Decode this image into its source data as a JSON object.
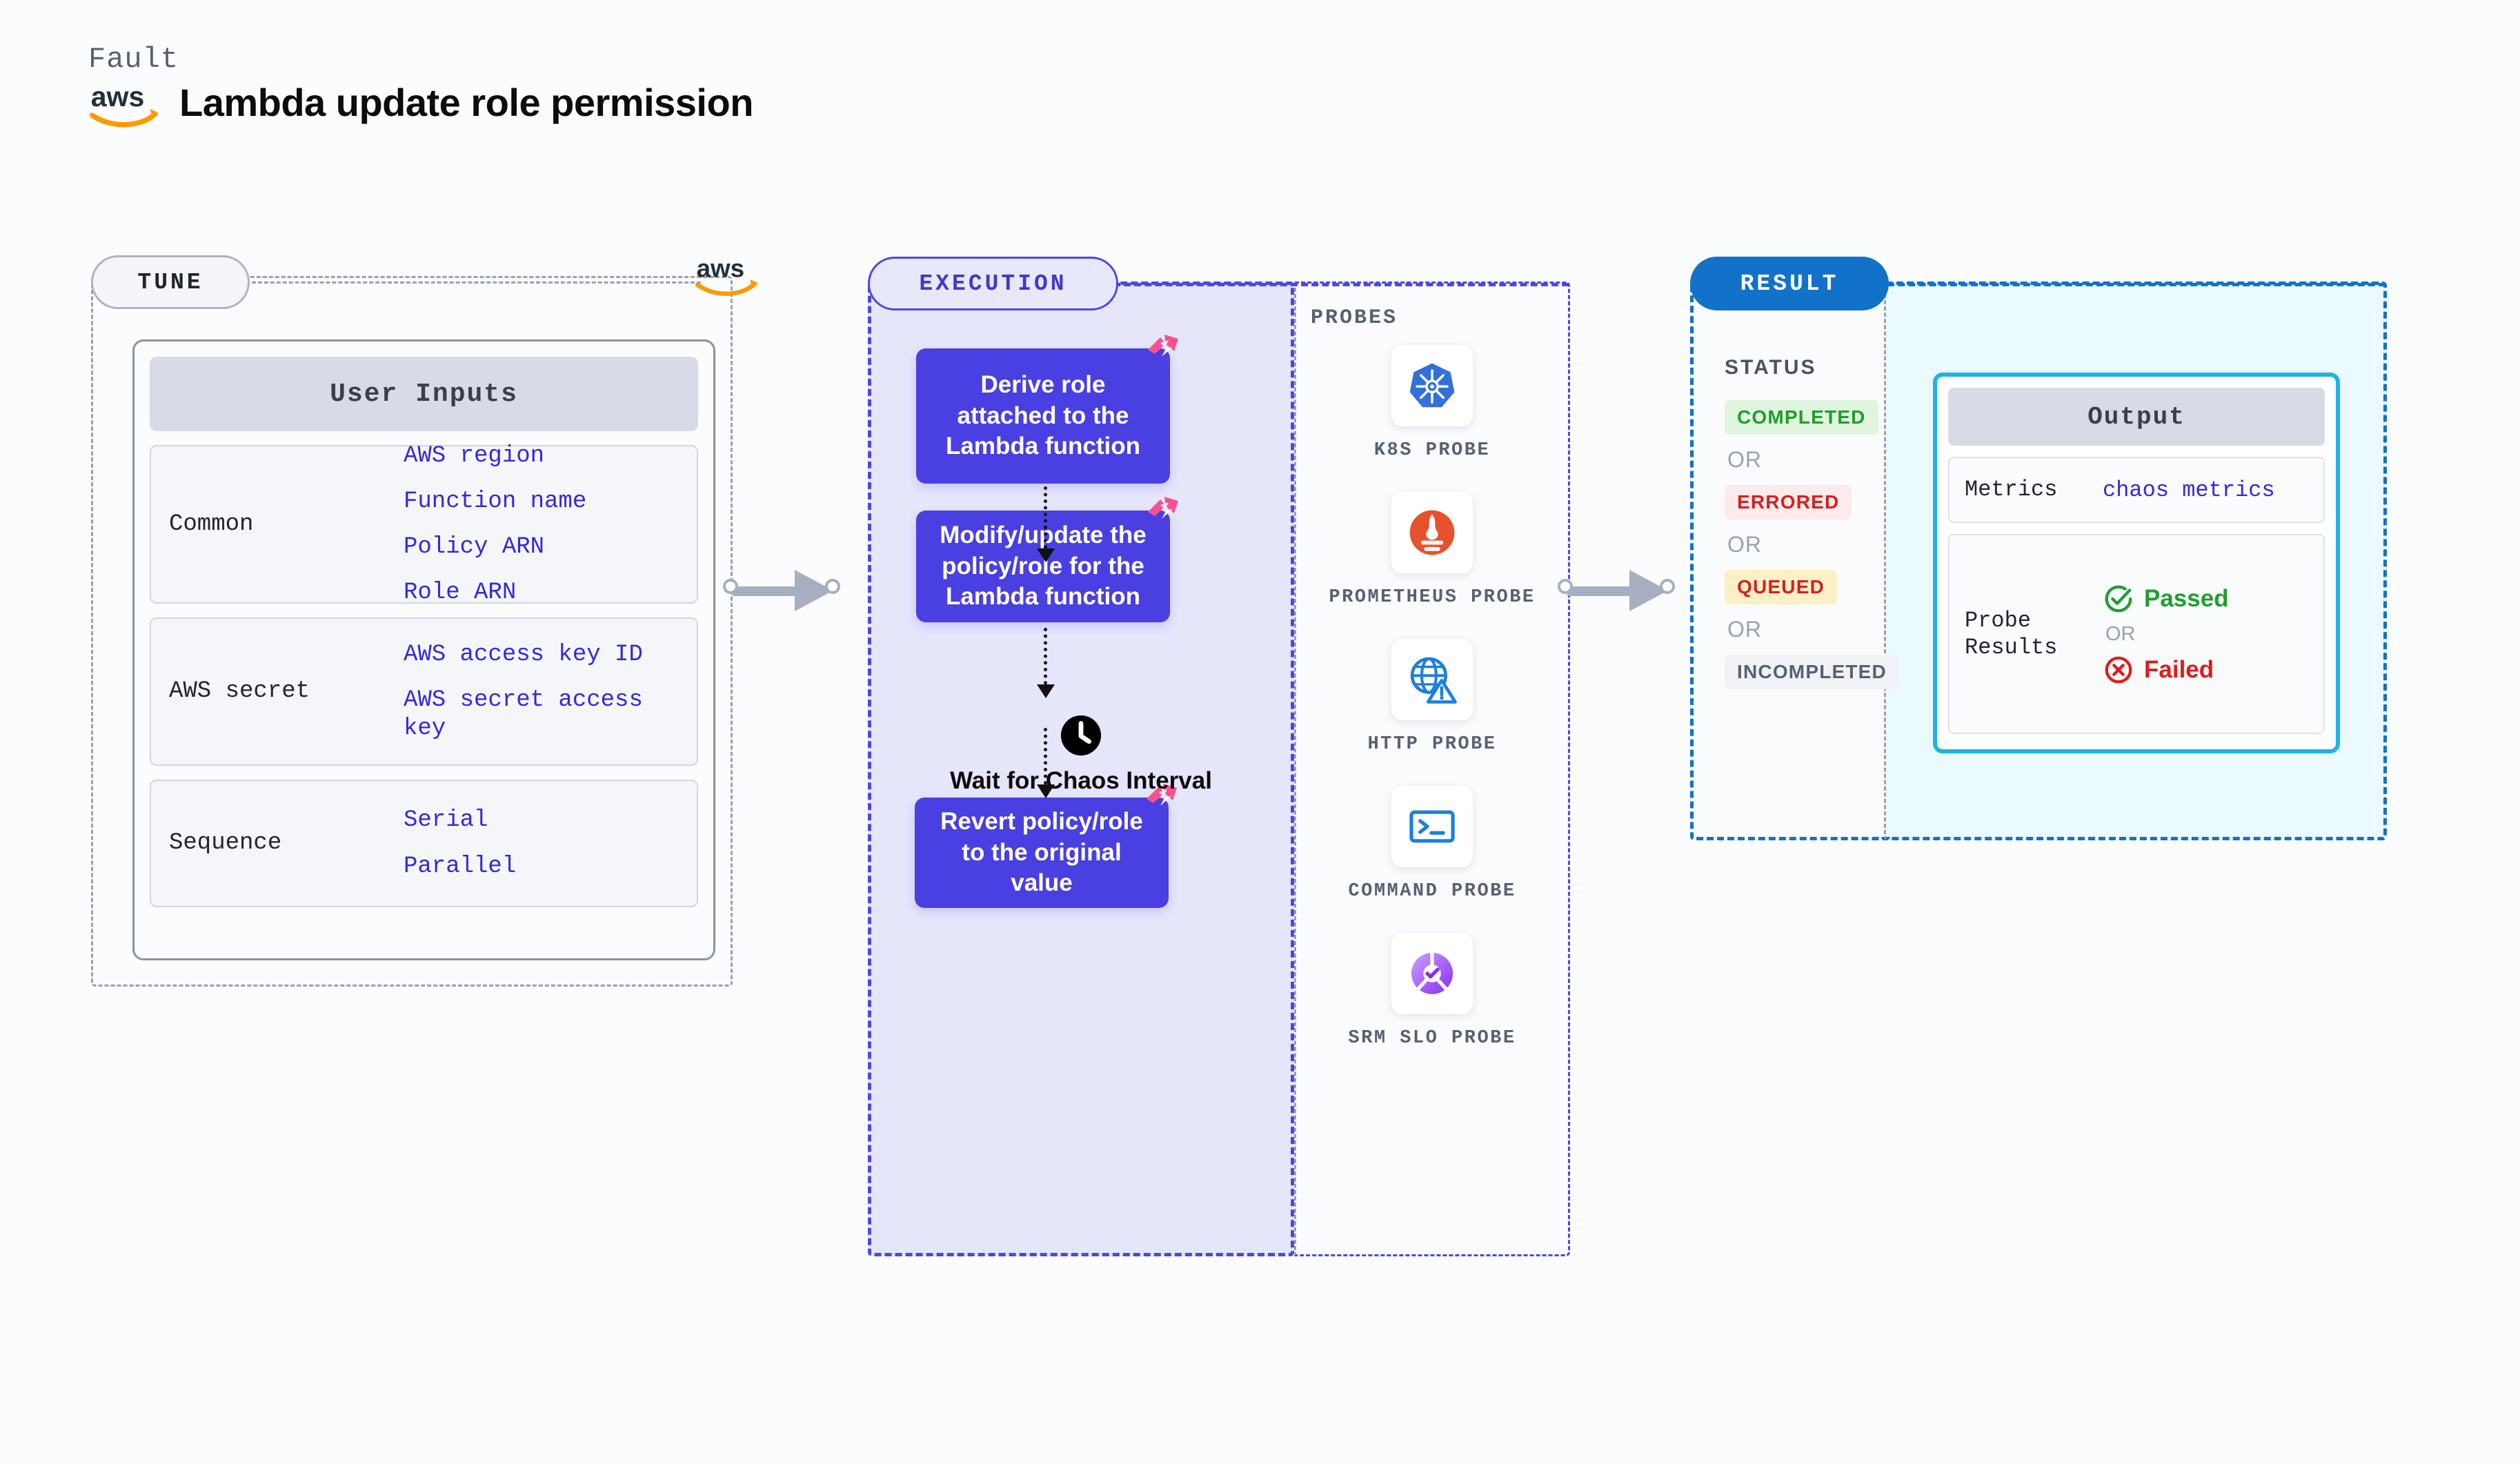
{
  "header": {
    "kind_label": "Fault",
    "title": "Lambda update role permission",
    "logo_icon": "aws-logo"
  },
  "tune": {
    "tag": "TUNE",
    "logo_icon": "aws-logo",
    "card": {
      "title": "User Inputs",
      "rows": [
        {
          "label": "Common",
          "values": [
            "AWS region",
            "Function name",
            "Policy ARN",
            "Role ARN"
          ]
        },
        {
          "label": "AWS secret",
          "values": [
            "AWS access key ID",
            "AWS secret access key"
          ]
        },
        {
          "label": "Sequence",
          "values": [
            "Serial",
            "Parallel"
          ]
        }
      ]
    }
  },
  "execution": {
    "tag": "EXECUTION",
    "steps": [
      {
        "text": "Derive role attached to the Lambda function",
        "badge_icon": "chaos-badge-icon"
      },
      {
        "text": "Modify/update the policy/role for the Lambda function",
        "badge_icon": "chaos-badge-icon"
      },
      {
        "text": "Revert policy/role to the original value",
        "badge_icon": "chaos-badge-icon"
      }
    ],
    "wait_node": {
      "icon": "clock-icon",
      "label": "Wait for Chaos Interval"
    }
  },
  "probes": {
    "header": "PROBES",
    "items": [
      {
        "name": "K8S PROBE",
        "icon": "kubernetes-icon"
      },
      {
        "name": "PROMETHEUS PROBE",
        "icon": "prometheus-icon"
      },
      {
        "name": "HTTP PROBE",
        "icon": "http-globe-warning-icon"
      },
      {
        "name": "COMMAND PROBE",
        "icon": "terminal-icon"
      },
      {
        "name": "SRM SLO PROBE",
        "icon": "srm-slo-donut-icon"
      }
    ]
  },
  "result": {
    "tag": "RESULT",
    "status": {
      "header": "STATUS",
      "or_label": "OR",
      "badges": [
        {
          "label": "COMPLETED",
          "color": "#1f9e2e",
          "bg": "#dff5dd"
        },
        {
          "label": "ERRORED",
          "color": "#d42020",
          "bg": "#fdeaea"
        },
        {
          "label": "QUEUED",
          "color": "#d42020",
          "bg": "#fdf0c7"
        },
        {
          "label": "INCOMPLETED",
          "color": "#5a6072",
          "bg": "#f1f2f6"
        }
      ]
    },
    "output": {
      "title": "Output",
      "metrics_label": "Metrics",
      "metrics_value": "chaos metrics",
      "probe_results_label": "Probe Results",
      "or_label": "OR",
      "passed_label": "Passed",
      "failed_label": "Failed",
      "passed_icon": "check-circle-icon",
      "failed_icon": "x-circle-icon"
    }
  },
  "colors": {
    "brand_purple": "#4a3fe0",
    "brand_blue": "#1272c9",
    "chaos_pink": "#f8528e",
    "output_border": "#1cb3e8",
    "aws_orange": "#ff9900",
    "mono_value_blue": "#3626e0"
  }
}
